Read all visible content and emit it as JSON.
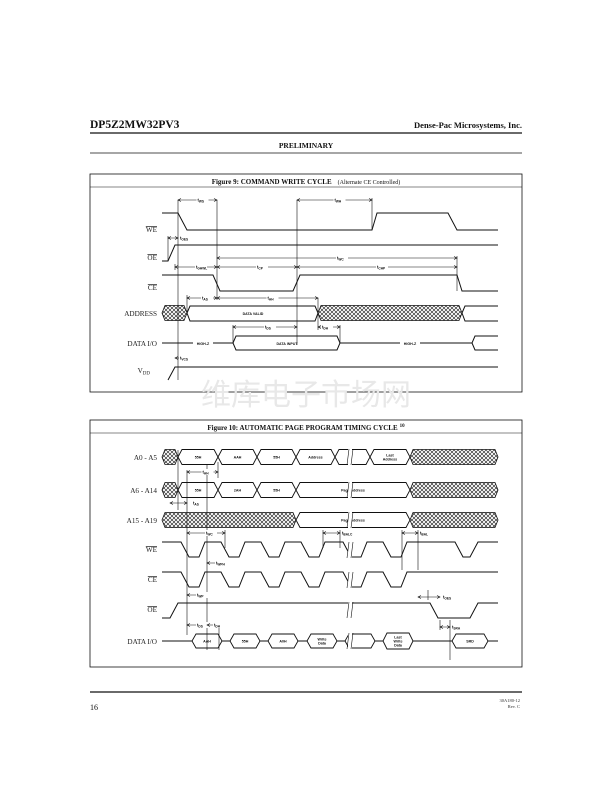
{
  "header": {
    "part_number": "DP5Z2MW32PV3",
    "company": "Dense-Pac Microsystems, Inc.",
    "status": "PRELIMINARY"
  },
  "figure9": {
    "title": "Figure 9:  COMMAND WRITE CYCLE",
    "subtitle_pre": "(Alternate ",
    "subtitle_ce": "CE",
    "subtitle_post": " Controlled)",
    "signals": [
      "WE",
      "OE",
      "CE",
      "ADDRESS",
      "DATA I/O",
      "V",
      "DD"
    ],
    "bus_labels": {
      "address_valid": "DATA VALID",
      "data_input": "DATA INPUT",
      "high_z": "HIGH-Z"
    },
    "timing": [
      {
        "t": "t",
        "sub": "WS"
      },
      {
        "t": "t",
        "sub": "WH"
      },
      {
        "t": "t",
        "sub": "OES"
      },
      {
        "t": "t",
        "sub": "WC"
      },
      {
        "t": "t",
        "sub": "GHWL"
      },
      {
        "t": "t",
        "sub": "CP"
      },
      {
        "t": "t",
        "sub": "CHP"
      },
      {
        "t": "t",
        "sub": "AS"
      },
      {
        "t": "t",
        "sub": "AH"
      },
      {
        "t": "t",
        "sub": "DS"
      },
      {
        "t": "t",
        "sub": "DH"
      },
      {
        "t": "t",
        "sub": "VCS"
      }
    ]
  },
  "watermark": "维库电子市场网",
  "figure10": {
    "title": "Figure 10:  AUTOMATIC PAGE PROGRAM TIMING CYCLE",
    "title_sup": "10",
    "signals": [
      "A0 - A5",
      "A6 - A14",
      "A15 - A19",
      "WE",
      "CE",
      "OE",
      "DATA I/O"
    ],
    "a0_a5": [
      "55H",
      "AAH",
      "55H",
      "Address",
      "Last",
      "Address"
    ],
    "a6_a14": [
      "55H",
      "2AH",
      "55H",
      "Page Address"
    ],
    "a15_a19": [
      "Page Address"
    ],
    "data_io": [
      "AAH",
      "55H",
      "A0H",
      "Write",
      "Data",
      "Last",
      "Write",
      "Data",
      "SRD"
    ],
    "timing": [
      {
        "t": "t",
        "sub": "AH"
      },
      {
        "t": "t",
        "sub": "AS"
      },
      {
        "t": "t",
        "sub": "WC"
      },
      {
        "t": "t",
        "sub": "BALC"
      },
      {
        "t": "t",
        "sub": "BAL"
      },
      {
        "t": "t",
        "sub": "WPH"
      },
      {
        "t": "t",
        "sub": "WP"
      },
      {
        "t": "t",
        "sub": "OES"
      },
      {
        "t": "t",
        "sub": "DS"
      },
      {
        "t": "t",
        "sub": "DH"
      },
      {
        "t": "t",
        "sub": "SRA"
      }
    ]
  },
  "footer": {
    "page_number": "16",
    "doc_number": "30A180-12",
    "revision": "Rev. C"
  }
}
